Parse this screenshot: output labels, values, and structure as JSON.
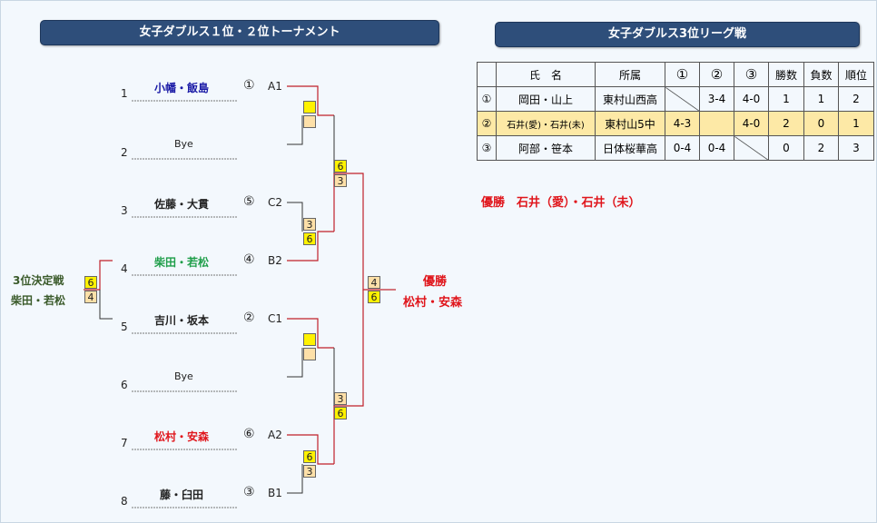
{
  "tournament": {
    "title": "女子ダブルス１位・２位トーナメント",
    "slots": [
      {
        "no": "1",
        "name": "小幡・飯島",
        "seed": "①",
        "code": "A1",
        "color": "#1a1aa6"
      },
      {
        "no": "2",
        "name": "Bye",
        "seed": "",
        "code": "",
        "color": "#222222"
      },
      {
        "no": "3",
        "name": "佐藤・大貫",
        "seed": "⑤",
        "code": "C2",
        "color": "#222222"
      },
      {
        "no": "4",
        "name": "柴田・若松",
        "seed": "④",
        "code": "B2",
        "color": "#1f9e4a"
      },
      {
        "no": "5",
        "name": "吉川・坂本",
        "seed": "②",
        "code": "C1",
        "color": "#222222"
      },
      {
        "no": "6",
        "name": "Bye",
        "seed": "",
        "code": "",
        "color": "#222222"
      },
      {
        "no": "7",
        "name": "松村・安森",
        "seed": "⑥",
        "code": "A2",
        "color": "#e0161c"
      },
      {
        "no": "8",
        "name": "藤・臼田",
        "seed": "③",
        "code": "B1",
        "color": "#222222"
      }
    ],
    "scores": {
      "r1_top": [
        "",
        ""
      ],
      "r1_b": [
        "3",
        "6"
      ],
      "r1_c": [
        "",
        ""
      ],
      "r1_d": [
        "6",
        "3"
      ],
      "sf_top": [
        "6",
        "3"
      ],
      "sf_bot": [
        "3",
        "6"
      ],
      "final": [
        "4",
        "6"
      ],
      "third": [
        "6",
        "4"
      ]
    },
    "third_place_label": "3位決定戦",
    "third_place_winner": "柴田・若松",
    "champion_label": "優勝",
    "champion_name": "松村・安森",
    "colors": {
      "bracket_red": "#c0202a",
      "winner_fill": "#fff200",
      "loser_fill": "#fde0a8"
    }
  },
  "league": {
    "title": "女子ダブルス3位リーグ戦",
    "headers": [
      "",
      "氏　名",
      "所属",
      "①",
      "②",
      "③",
      "勝数",
      "負数",
      "順位"
    ],
    "rows": [
      {
        "idx": "①",
        "name": "岡田・山上",
        "team": "東村山西高",
        "r1": "",
        "r2": "3-4",
        "r3": "4-0",
        "wins": "1",
        "losses": "1",
        "rank": "2"
      },
      {
        "idx": "②",
        "name": "石井(愛)・石井(未)",
        "team": "東村山5中",
        "r1": "4-3",
        "r2": "",
        "r3": "4-0",
        "wins": "2",
        "losses": "0",
        "rank": "1"
      },
      {
        "idx": "③",
        "name": "阿部・笹本",
        "team": "日体桜華高",
        "r1": "0-4",
        "r2": "0-4",
        "r3": "",
        "wins": "0",
        "losses": "2",
        "rank": "3"
      }
    ],
    "winner_text": "優勝　石井（愛）・石井（未）",
    "colors": {
      "highlight_row": "#fde9a6",
      "winner_text": "#e0161c"
    }
  }
}
